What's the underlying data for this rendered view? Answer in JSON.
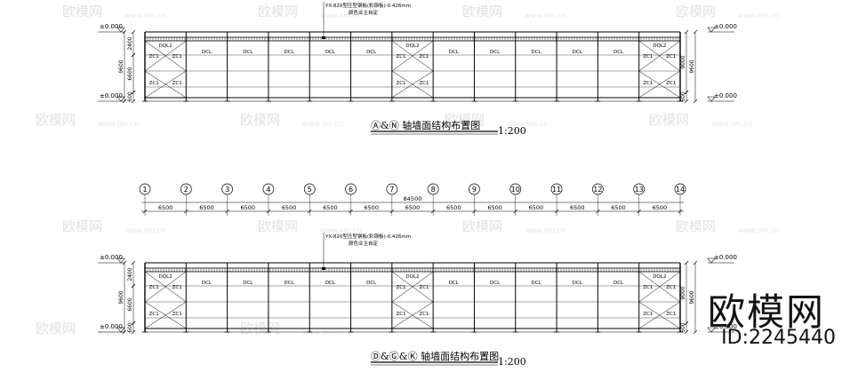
{
  "drawing": {
    "upper": {
      "note_line1": "YX-820型压型钢板(彩钢板)-0.426mm",
      "note_line2": "颜色业主自定",
      "title": "Ⓐ&Ⓝ 轴墙面结构布置图",
      "scale": "1:200",
      "level_top_left": "±0.000",
      "level_bottom_left": "±0.000",
      "level_top_right": "±0.000",
      "level_bottom_right": "±0.000",
      "dim_left_total": "9600",
      "dim_left_upper": "2400",
      "dim_left_mid": "6600",
      "dim_left_low": "600",
      "dim_right_total": "9600",
      "dim_right_mid": "9000",
      "dim_right_low": "600"
    },
    "lower": {
      "axes": [
        "1",
        "2",
        "3",
        "4",
        "5",
        "6",
        "7",
        "8",
        "9",
        "10",
        "11",
        "12",
        "13",
        "14"
      ],
      "spans": [
        "6500",
        "6500",
        "6500",
        "6500",
        "6500",
        "6500",
        "6500",
        "6500",
        "6500",
        "6500",
        "6500",
        "6500",
        "6500"
      ],
      "total_dim": "84500",
      "note_line1": "YX-820型压型钢板(彩钢板)-0.426mm",
      "note_line2": "颜色业主自定",
      "title": "Ⓓ&Ⓖ&Ⓚ 轴墙面结构布置图",
      "scale": "1:200",
      "level_top_left": "±0.000",
      "level_bottom_left": "±0.000",
      "level_top_right": "±0.000",
      "level_bottom_right": "±0.000",
      "dim_left_total": "9600",
      "dim_left_upper": "2400",
      "dim_left_mid": "6600",
      "dim_left_low": "600",
      "dim_right_total": "9600",
      "dim_right_mid": "9000",
      "dim_right_low": "600"
    },
    "bay_label": "DCL",
    "brace_label": "ZC1",
    "beam_label": "DQL2"
  },
  "watermark": {
    "brand": "欧模网",
    "id_text": "ID:2245440",
    "site": "www.om.cn"
  }
}
